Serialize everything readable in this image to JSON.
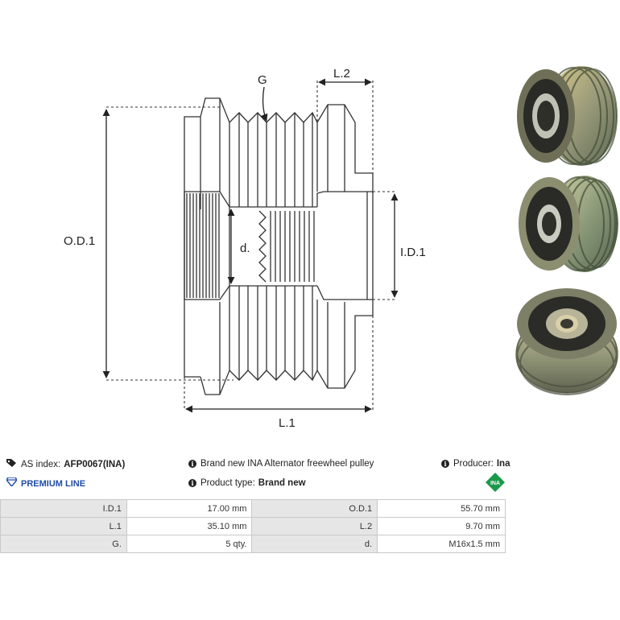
{
  "drawing": {
    "label_g": "G",
    "label_l2": "L.2",
    "label_od1": "O.D.1",
    "label_id1": "I.D.1",
    "label_d": "d.",
    "label_l1": "L.1"
  },
  "info": {
    "as_index_label": "AS index:",
    "as_index_value": "AFP0067(INA)",
    "premium_line": "PREMIUM LINE",
    "description": "Brand new INA Alternator freewheel pulley",
    "product_type_label": "Product type:",
    "product_type_value": "Brand new",
    "producer_label": "Producer:",
    "producer_value": "Ina",
    "brand_logo_text": "INA"
  },
  "specs": [
    {
      "label1": "I.D.1",
      "value1": "17.00 mm",
      "label2": "O.D.1",
      "value2": "55.70 mm"
    },
    {
      "label1": "L.1",
      "value1": "35.10 mm",
      "label2": "L.2",
      "value2": "9.70 mm"
    },
    {
      "label1": "G.",
      "value1": "5 qty.",
      "label2": "d.",
      "value2": "M16x1.5 mm"
    }
  ],
  "colors": {
    "premium": "#1e4ba8",
    "ina_logo": "#1a9a4a",
    "table_label_bg": "#e6e6e6"
  },
  "icons": [
    "tag-icon",
    "diamond-icon",
    "info-icon",
    "ina-logo-icon"
  ]
}
